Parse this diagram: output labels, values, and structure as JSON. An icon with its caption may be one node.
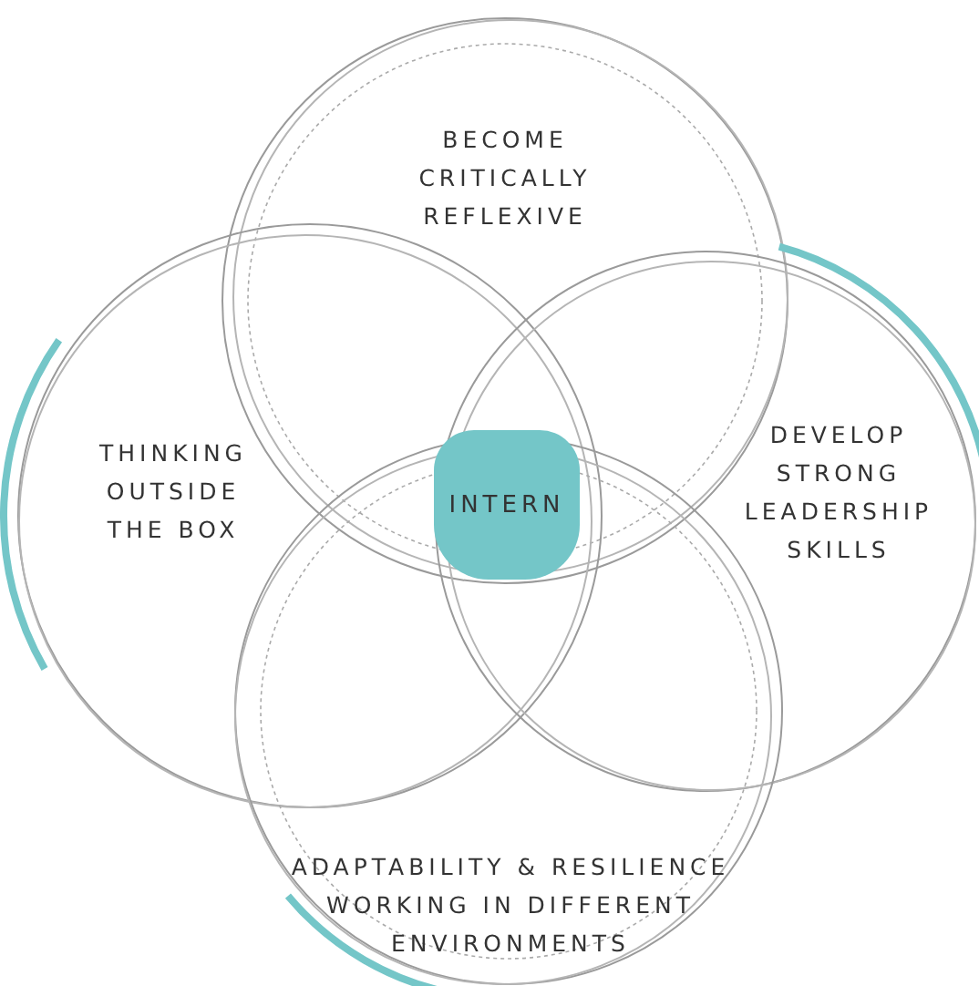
{
  "diagram": {
    "nodes": [
      {
        "text": [
          "BECOME CRITICALLY REFLEXIVE"
        ]
      },
      {
        "text": [
          "THINKING OUTSIDE THE BOX"
        ]
      },
      {
        "text": [
          "DEVELOP STRONG LEADERSHIP SKILLS"
        ]
      },
      {
        "text": [
          "ADAPTABILITY & RESILIENCE WORKING IN DIFFERENT ENVIRONMENTS"
        ]
      },
      {
        "text": [
          "INTERN"
        ]
      }
    ]
  }
}
